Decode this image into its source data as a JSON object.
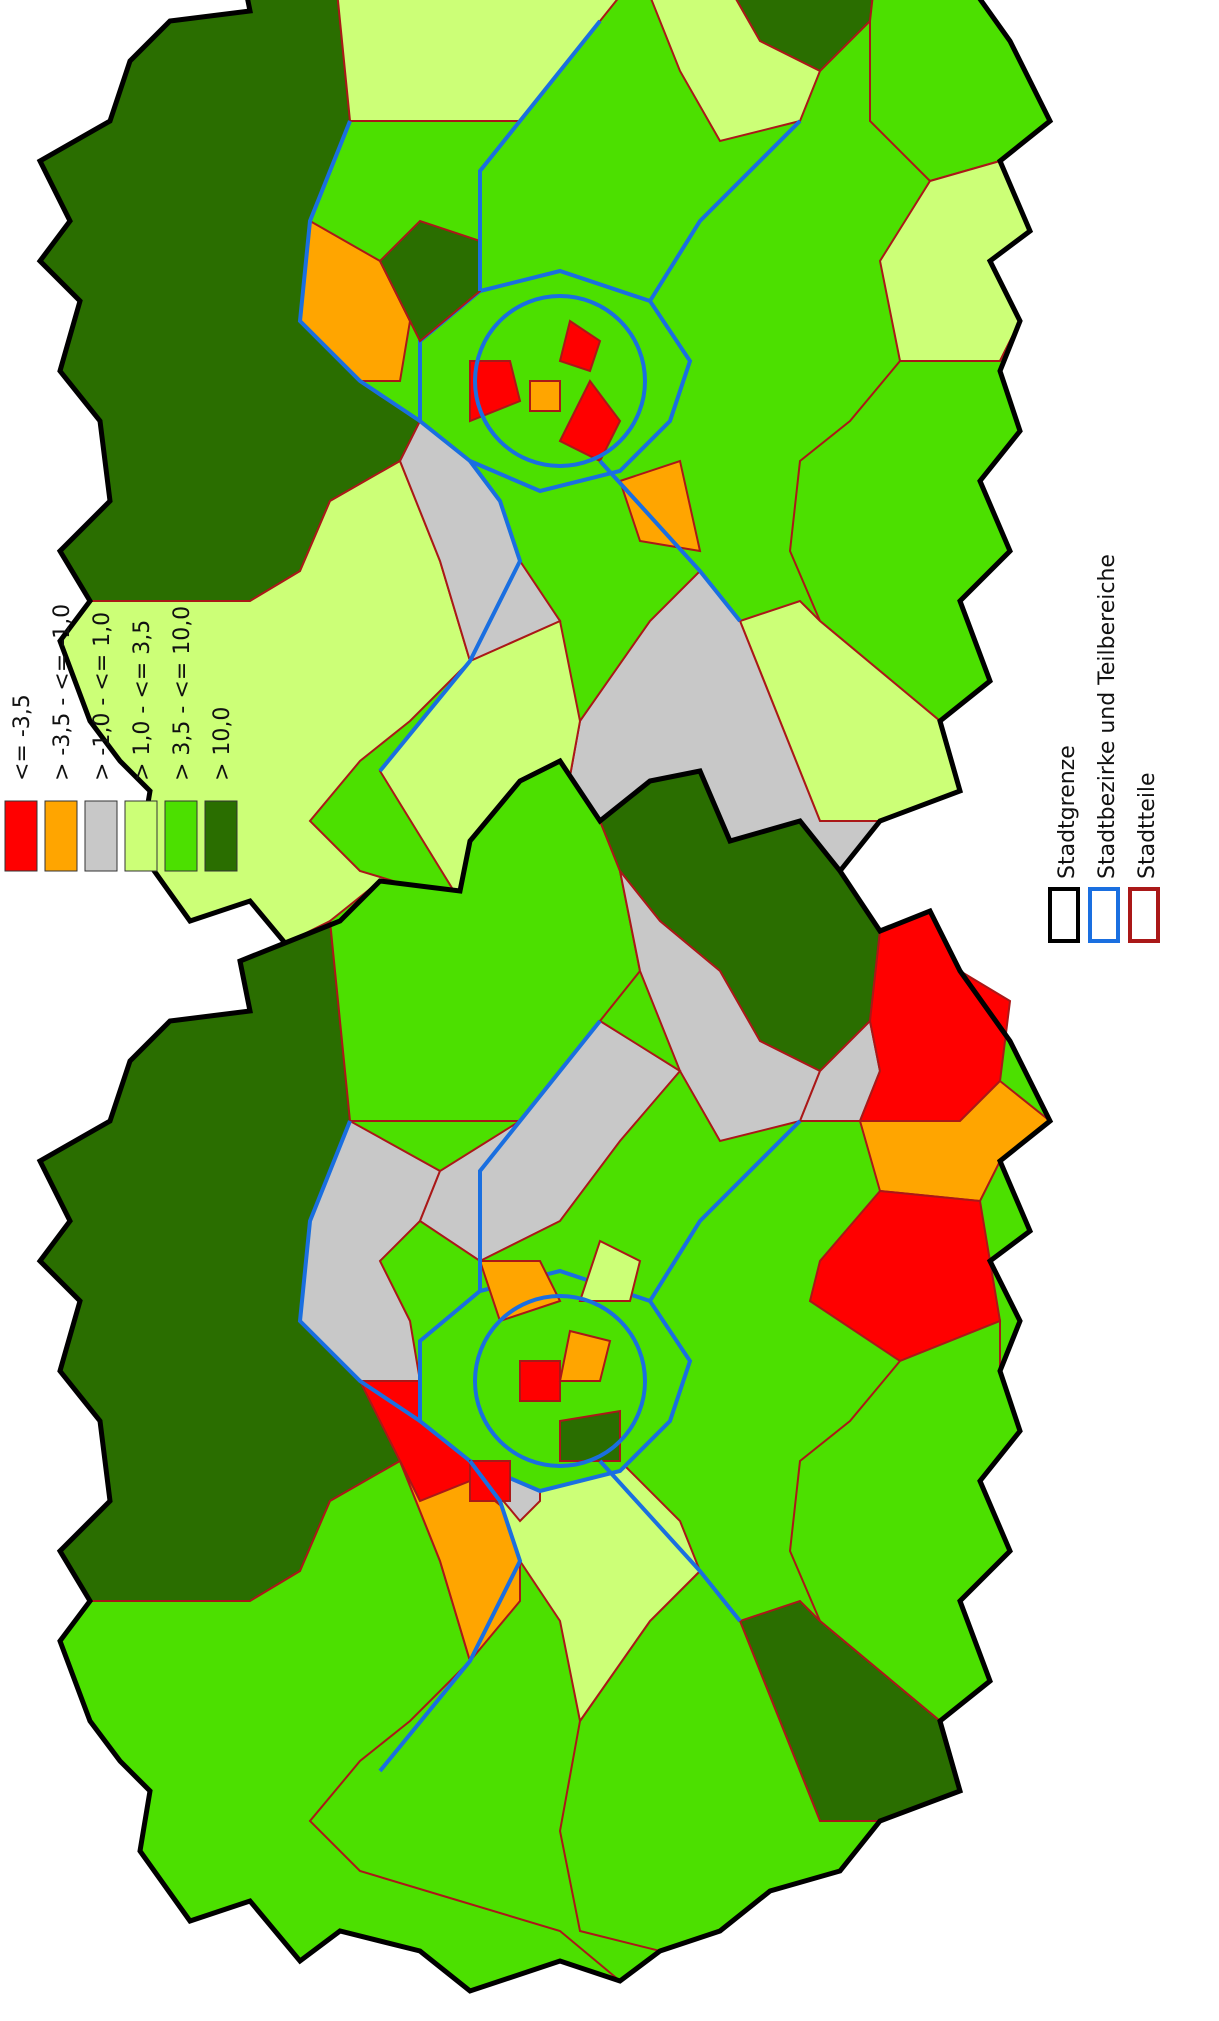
{
  "colors": {
    "red": "#ff0000",
    "orange": "#ffa500",
    "gray": "#c8c8c8",
    "lightgreen": "#ccff77",
    "green": "#4ce000",
    "darkgreen": "#2a6e00",
    "city_border": "#000000",
    "district_border": "#1a6fe0",
    "subdistrict_border": "#aa1818"
  },
  "legend": {
    "classes": [
      {
        "label": "<= -3,5",
        "color": "#ff0000"
      },
      {
        "label": "> -3,5 - <= -1,0",
        "color": "#ffa500"
      },
      {
        "label": "> -1,0 - <= 1,0",
        "color": "#c8c8c8"
      },
      {
        "label": "> 1,0 - <= 3,5",
        "color": "#ccff77"
      },
      {
        "label": "> 3,5 - <= 10,0",
        "color": "#4ce000"
      },
      {
        "label": "> 10,0",
        "color": "#2a6e00"
      }
    ],
    "borders": [
      {
        "label": "Stadtgrenze",
        "color": "#000000"
      },
      {
        "label": "Stadtbezirke und Teilbereiche",
        "color": "#1a6fe0"
      },
      {
        "label": "Stadtteile",
        "color": "#aa1818"
      }
    ]
  }
}
